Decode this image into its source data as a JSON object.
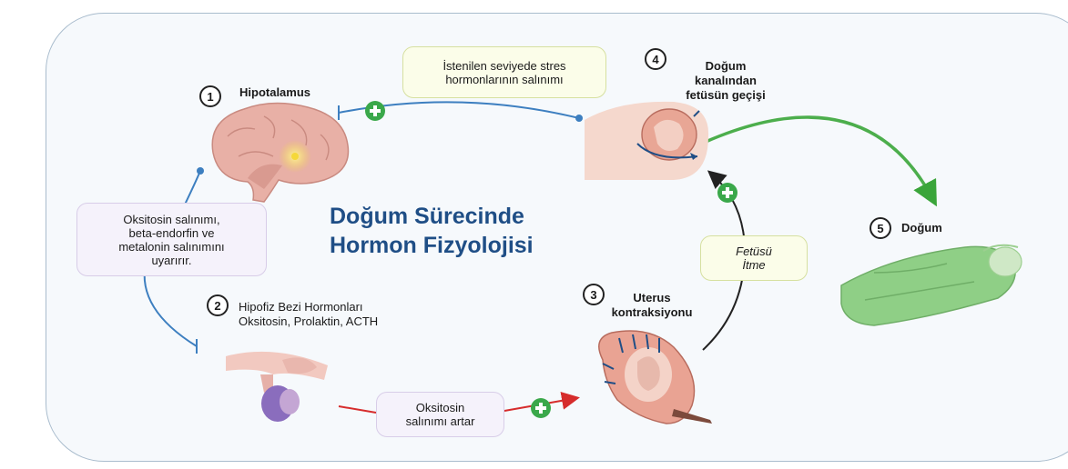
{
  "title": {
    "line1": "Doğum Sürecinde",
    "line2": "Hormon Fizyolojisi"
  },
  "steps": [
    {
      "number": "1",
      "lines": [
        "Hipotalamus"
      ]
    },
    {
      "number": "2",
      "lines": [
        "Hipofiz Bezi Hormonları",
        "Oksitosin, Prolaktin, ACTH"
      ]
    },
    {
      "number": "3",
      "lines": [
        "Uterus",
        "kontraksiyonu"
      ]
    },
    {
      "number": "4",
      "lines": [
        "Doğum",
        "kanalından",
        "fetüsün geçişi"
      ]
    },
    {
      "number": "5",
      "lines": [
        "Doğum"
      ]
    }
  ],
  "boxes": {
    "stress": [
      "İstenilen seviyede stres",
      "hormonlarının salınımı"
    ],
    "fetusu": [
      "Fetüsü",
      "İtme"
    ],
    "oksitosin": [
      "Oksitosin",
      "salınımı artar"
    ],
    "endorfin": [
      "Oksitosin salınımı,",
      "beta-endorfin ve",
      "metalonin salınımını",
      "uyarırır."
    ]
  },
  "icons": {
    "brain": "brain-icon",
    "pituitary": "pituitary-gland-icon",
    "uterus": "contracting-uterus-icon",
    "birth_canal": "fetus-birth-canal-icon",
    "newborn": "swaddled-newborn-icon",
    "plus": "plus-icon"
  },
  "colors": {
    "title": "#1f4e86",
    "blue_arrow": "#3d7fc0",
    "red_arrow": "#d62c2c",
    "green": "#4cae4c",
    "dark_arrow": "#222222",
    "plus": "#3aa84a",
    "newborn": "#8fcf86"
  }
}
